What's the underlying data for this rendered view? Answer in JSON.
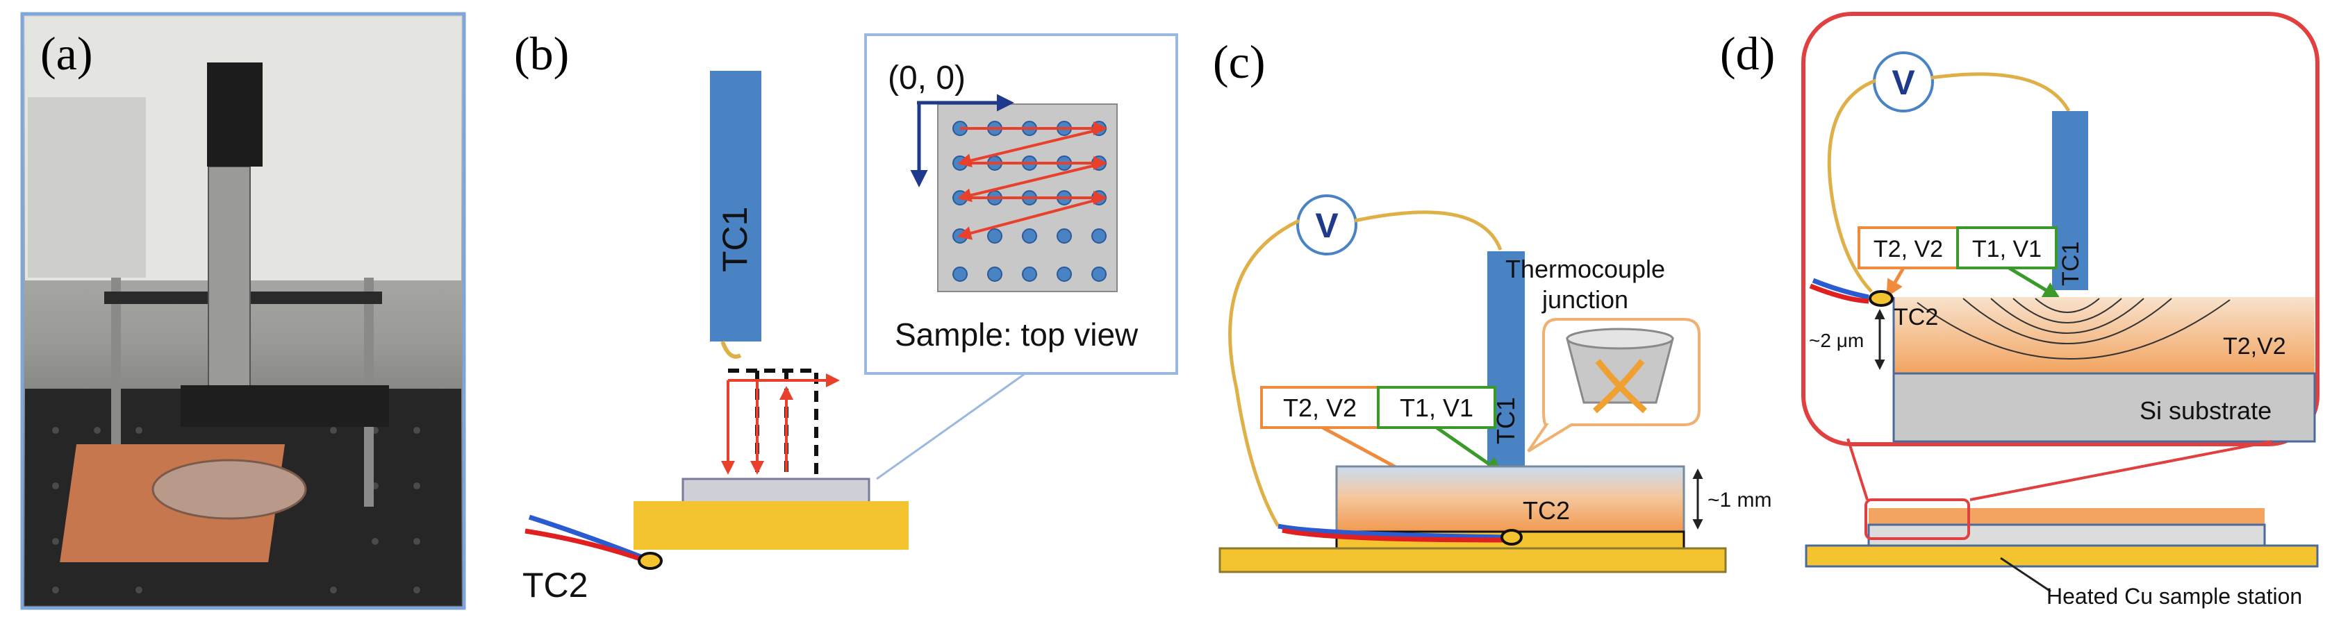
{
  "panels": {
    "a": {
      "label": "(a)"
    },
    "b": {
      "label": "(b)",
      "tc1": "TC1",
      "tc2": "TC2",
      "inset_origin": "(0, 0)",
      "inset_caption": "Sample: top view"
    },
    "c": {
      "label": "(c)",
      "voltmeter": "V",
      "tc1": "TC1",
      "tc2": "TC2",
      "box_t2v2": "T2, V2",
      "box_t1v1": "T1, V1",
      "junction_line1": "Thermocouple",
      "junction_line2": "junction",
      "thickness": "~1 mm"
    },
    "d": {
      "label": "(d)",
      "voltmeter": "V",
      "tc1": "TC1",
      "tc2": "TC2",
      "box_t2v2": "T2, V2",
      "box_t1v1": "T1, V1",
      "film_label": "T2,V2",
      "substrate": "Si substrate",
      "thickness": "~2 μm",
      "station": "Heated Cu sample station"
    }
  },
  "colors": {
    "probe_blue": "#4a83c4",
    "wire_gold": "#e0b048",
    "stage_gold": "#f4c430",
    "arrow_red": "#e8402a",
    "navy": "#1f3a8a",
    "box_orange": "#f08a3c",
    "box_green": "#3a9a2a",
    "frame_red": "#e04040",
    "inset_blue": "#9ab8e0",
    "sample_gray": "#c8c8c8"
  }
}
